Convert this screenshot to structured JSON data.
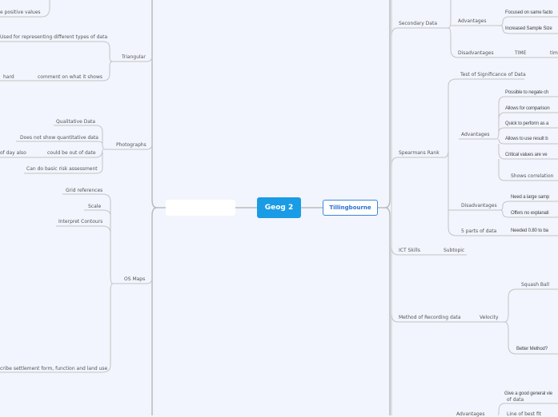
{
  "central": {
    "title": "Geog 2"
  },
  "left_main": {
    "title": ""
  },
  "right_main": {
    "title": "Tillingbourne"
  },
  "left": {
    "top_item": "e positive values",
    "triangular": {
      "label": "Triangular",
      "children": [
        "Used for representing different types of data",
        "comment on what it shows",
        "hard"
      ]
    },
    "photographs": {
      "label": "Photographs",
      "children": [
        "Qualitative Data",
        "Does not show quantitative data",
        "could be out of date",
        "of day also",
        "Can do basic risk assessment"
      ]
    },
    "os_maps": {
      "label": "OS Maps",
      "children": [
        "Grid references",
        "Scale",
        "Interpret Contours",
        "cribe settlement form, function and land use"
      ]
    }
  },
  "right": {
    "secondary": {
      "label": "Secondary Data",
      "advantages": "Advantages",
      "adv_items": [
        "Focused on same facto",
        "Increased Sample Size"
      ],
      "disadvantages": "Disadvantages",
      "dis_items": [
        "TIME",
        "tim"
      ]
    },
    "spearmans": {
      "label": "Spearmans Rank",
      "test": "Test of Significance of Data",
      "advantages": "Advantages",
      "adv_items": [
        "Possible to negate ch",
        "Allows for comparison",
        "Quick to perform as a",
        "Allows to use result b",
        "Critical values are ve",
        "Shows correlation"
      ],
      "disadvantages": "Disadvantages",
      "dis_items": [
        "Need a large samp",
        "Offers no explanati"
      ],
      "parts": "5 parts of data",
      "parts_child": "Needed 0.80 to ba"
    },
    "ict": {
      "label": "ICT Skills",
      "child": "Subtopic"
    },
    "method": {
      "label": "Method of Recording data",
      "velocity": "Velocity",
      "children": [
        "Squash Ball",
        "Better Method?"
      ]
    },
    "bottom": {
      "advantages": "Advantages",
      "children": [
        "Give a good general vie",
        "of data",
        "Line of best fit"
      ]
    }
  },
  "colors": {
    "background": "#f2f5fd",
    "central": "#1a9be6",
    "accent": "#3b88dc",
    "line": "#c4c4c4"
  }
}
